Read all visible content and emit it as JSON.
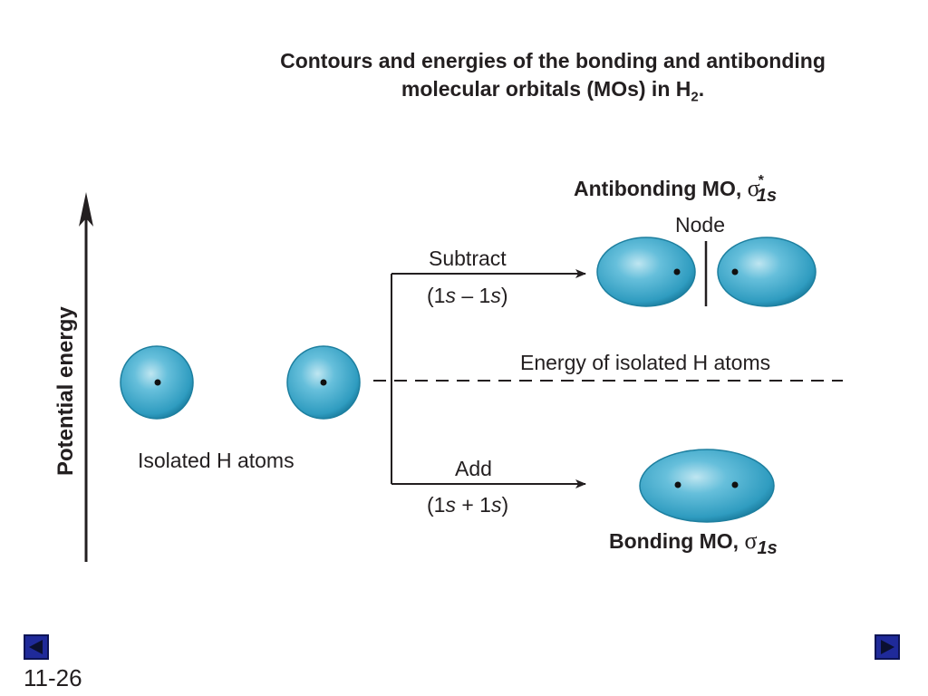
{
  "title": {
    "line1": "Contours and energies of the bonding and antibonding",
    "line2_prefix": "molecular orbitals (MOs) in H",
    "line2_sub": "2",
    "line2_suffix": "."
  },
  "axis": {
    "label": "Potential energy"
  },
  "isolated": {
    "label": "Isolated H atoms"
  },
  "energy_line": {
    "label": "Energy of isolated H atoms"
  },
  "subtract": {
    "label": "Subtract",
    "formula_prefix": "(1",
    "s1": "s",
    "minus": " – 1",
    "s2": "s",
    "formula_suffix": ")"
  },
  "add": {
    "label": "Add",
    "formula_prefix": "(1",
    "s1": "s",
    "plus": " + 1",
    "s2": "s",
    "formula_suffix": ")"
  },
  "antibonding": {
    "label": "Antibonding MO, ",
    "sigma": "σ",
    "star": "*",
    "sub": "1s"
  },
  "node": {
    "label": "Node"
  },
  "bonding": {
    "label": "Bonding MO, ",
    "sigma": "σ",
    "sub": "1s"
  },
  "footer": {
    "slide_number": "11-26"
  },
  "colors": {
    "orbital": "#3aa6c8",
    "orbital_dark": "#1d7f9f",
    "orbital_light": "#a7dcea",
    "nav": "#1f2a9a"
  }
}
